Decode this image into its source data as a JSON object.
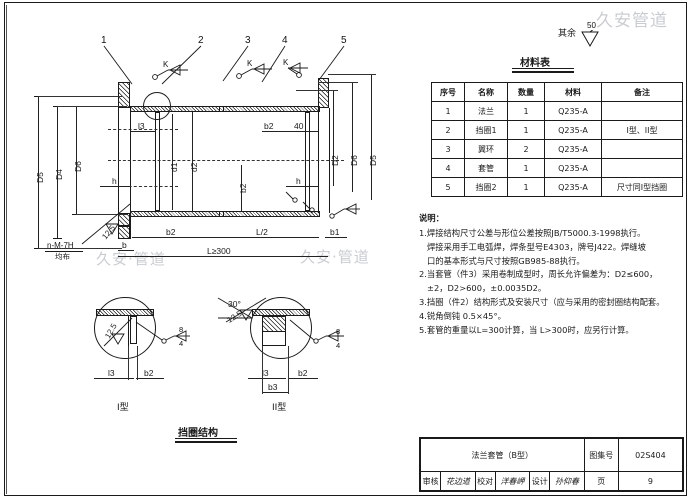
{
  "sheet": {
    "watermark_top": "久安管道",
    "watermark_mid": "久安·管道",
    "watermark_low": "久安·管道",
    "surface_note_label": "其余",
    "surface_note_value": "50"
  },
  "materials": {
    "title": "材料表",
    "headers": [
      "序号",
      "名称",
      "数量",
      "材料",
      "备注"
    ],
    "rows": [
      {
        "no": "1",
        "name": "法兰",
        "qty": "1",
        "mat": "Q235-A",
        "remark": ""
      },
      {
        "no": "2",
        "name": "挡圈1",
        "qty": "1",
        "mat": "Q235-A",
        "remark": "I型、II型"
      },
      {
        "no": "3",
        "name": "翼环",
        "qty": "2",
        "mat": "Q235-A",
        "remark": ""
      },
      {
        "no": "4",
        "name": "套管",
        "qty": "1",
        "mat": "Q235-A",
        "remark": ""
      },
      {
        "no": "5",
        "name": "挡圈2",
        "qty": "1",
        "mat": "Q235-A",
        "remark": "尺寸同I型挡圈"
      }
    ]
  },
  "notes": {
    "heading": "说明：",
    "items": [
      {
        "main": "1.焊接结构尺寸公差与形位公差按照JB/T5000.3-1998执行。",
        "cont": [
          "焊接采用手工电弧焊，焊条型号E4303，牌号J422。焊缝坡",
          "口的基本形式与尺寸按照GB985-88执行。"
        ]
      },
      {
        "main": "2.当套管（件3）采用卷制成型时，周长允许偏差为：D2≤600，",
        "cont": [
          "±2，D2>600，±0.0035D2。"
        ]
      },
      {
        "main": "3.挡圈（件2）结构形式及安装尺寸（应与采用的密封圈结构配套。",
        "cont": []
      },
      {
        "main": "4.锐角倒钝 0.5×45°。",
        "cont": []
      },
      {
        "main": "5.套管的重量以L=300计算，当 L>300时，应另行计算。",
        "cont": []
      }
    ]
  },
  "title_block": {
    "drawing_name": "法兰套管（B型）",
    "atlas_label": "图集号",
    "atlas_no": "02S404",
    "page_label": "页",
    "page_no": "9",
    "review_label": "审核",
    "review_sig": "花边道",
    "check_label": "校对",
    "check_sig": "洋春岬",
    "design_label": "设计",
    "design_sig": "孙仰春"
  },
  "main_view": {
    "part_callouts": [
      "1",
      "2",
      "3",
      "4",
      "5"
    ],
    "weld_symbol": "K",
    "dims_left": [
      "D5",
      "D4",
      "D6"
    ],
    "dims_right": [
      "D2",
      "D6",
      "D5"
    ],
    "dims_inner": [
      "l3",
      "d1",
      "d2",
      "h",
      "b2",
      "40",
      "b2",
      "h"
    ],
    "dims_bottom": [
      "b",
      "L/2",
      "L≥300",
      "b1"
    ],
    "thread_note": "n-M-7H",
    "thread_note_sub": "均布",
    "roughness": "12.5"
  },
  "details": {
    "section_title": "挡圈结构",
    "type1": {
      "caption": "I型",
      "roughness": "12.5",
      "weld_size": "8",
      "weld_size2": "4",
      "dims": [
        "l3",
        "b2"
      ]
    },
    "type2": {
      "caption": "II型",
      "angle": "30°",
      "roughness": "12.5",
      "weld_size": "8",
      "weld_size2": "4",
      "dims": [
        "l3",
        "b3",
        "b2"
      ]
    }
  }
}
